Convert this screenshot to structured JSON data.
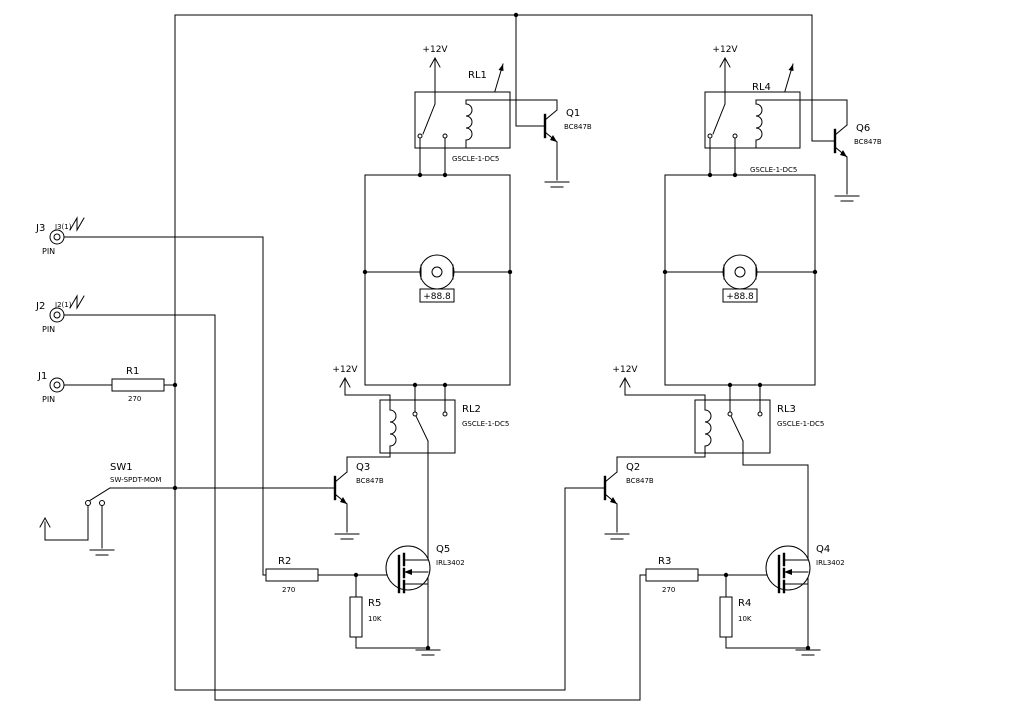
{
  "canvas": {
    "background": "#ffffff",
    "wire_color": "#000000"
  },
  "power": {
    "v12": "+12V"
  },
  "motors": {
    "m1": {
      "display": "+88.8"
    },
    "m2": {
      "display": "+88.8"
    }
  },
  "components": {
    "j1": {
      "name": "J1",
      "value": "PIN"
    },
    "j2": {
      "name": "J2",
      "pin": "J2(1)",
      "value": "PIN"
    },
    "j3": {
      "name": "J3",
      "pin": "J3(1)",
      "value": "PIN"
    },
    "r1": {
      "name": "R1",
      "value": "270"
    },
    "r2": {
      "name": "R2",
      "value": "270"
    },
    "r3": {
      "name": "R3",
      "value": "270"
    },
    "r4": {
      "name": "R4",
      "value": "10K"
    },
    "r5": {
      "name": "R5",
      "value": "10K"
    },
    "sw1": {
      "name": "SW1",
      "value": "SW-SPDT-MOM"
    },
    "q1": {
      "name": "Q1",
      "value": "BC847B"
    },
    "q2": {
      "name": "Q2",
      "value": "BC847B"
    },
    "q3": {
      "name": "Q3",
      "value": "BC847B"
    },
    "q6": {
      "name": "Q6",
      "value": "BC847B"
    },
    "q4": {
      "name": "Q4",
      "value": "IRL3402"
    },
    "q5": {
      "name": "Q5",
      "value": "IRL3402"
    },
    "rl1": {
      "name": "RL1",
      "value": "GSCLE-1-DC5"
    },
    "rl2": {
      "name": "RL2",
      "value": "GSCLE-1-DC5"
    },
    "rl3": {
      "name": "RL3",
      "value": "GSCLE-1-DC5"
    },
    "rl4": {
      "name": "RL4",
      "value": "GSCLE-1-DC5"
    }
  }
}
